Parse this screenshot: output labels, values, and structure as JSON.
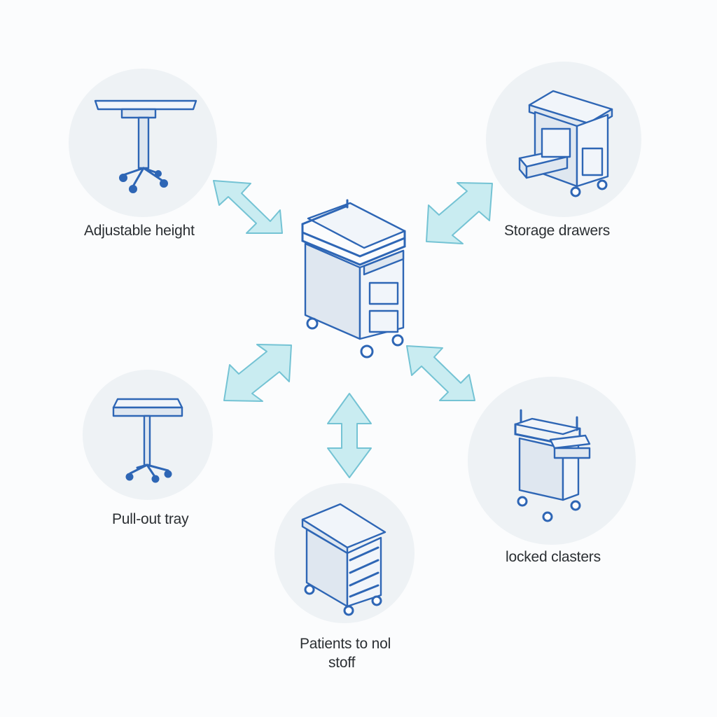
{
  "nodes": {
    "adjustable_height": {
      "label": "Adjustable height",
      "icon": "adjustable-table-icon"
    },
    "storage_drawers": {
      "label": "Storage drawers",
      "icon": "drawer-cabinet-icon"
    },
    "pull_out_tray": {
      "label": "Pull-out tray",
      "icon": "tray-stand-icon"
    },
    "locked_casters": {
      "label": "locked clasters",
      "icon": "cart-with-tray-icon"
    },
    "patients_to_staff": {
      "label_line1": "Patients to nol",
      "label_line2": "stoff",
      "icon": "drawer-cart-icon"
    }
  },
  "center": {
    "icon": "medical-cart-icon"
  },
  "colors": {
    "outline": "#2e66b5",
    "arrow_fill": "#c9ecf1",
    "arrow_stroke": "#74c3d4",
    "circle_bg": "#eef2f5",
    "background": "#fbfcfd"
  }
}
